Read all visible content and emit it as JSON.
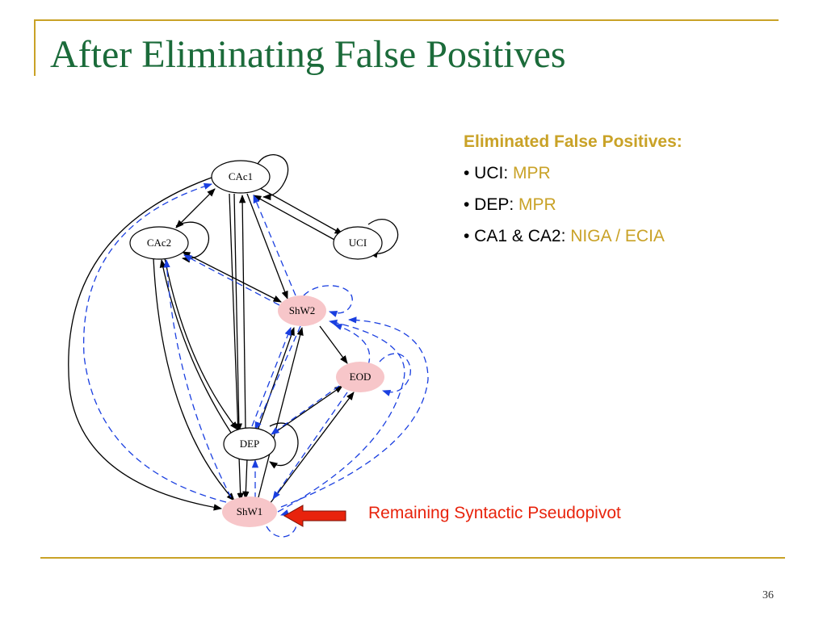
{
  "slide": {
    "title": "After Eliminating False Positives",
    "number": "36"
  },
  "panel": {
    "heading": "Eliminated False Positives:",
    "items": [
      {
        "label": "• UCI: ",
        "value": "MPR"
      },
      {
        "label": "• DEP: ",
        "value": "MPR"
      },
      {
        "label": "• CA1 & CA2: ",
        "value": "NIGA / ECIA"
      }
    ]
  },
  "callout": {
    "text": "Remaining Syntactic Pseudopivot"
  },
  "graph": {
    "nodes": [
      {
        "id": "cac1",
        "label": "CAc1",
        "highlighted": false
      },
      {
        "id": "cac2",
        "label": "CAc2",
        "highlighted": false
      },
      {
        "id": "uci",
        "label": "UCI",
        "highlighted": false
      },
      {
        "id": "shw2",
        "label": "ShW2",
        "highlighted": true
      },
      {
        "id": "eod",
        "label": "EOD",
        "highlighted": true
      },
      {
        "id": "dep",
        "label": "DEP",
        "highlighted": false
      },
      {
        "id": "shw1",
        "label": "ShW1",
        "highlighted": true
      }
    ],
    "colors": {
      "solid_edge": "#000000",
      "dashed_edge": "#1a3fe0",
      "highlight_fill": "#f7c6c9",
      "title": "#1b6b3a",
      "accent": "#c9a227",
      "callout": "#e8230c"
    }
  }
}
